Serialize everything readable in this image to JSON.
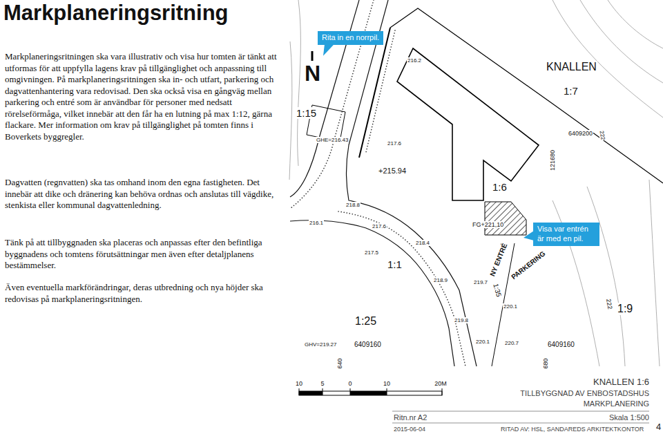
{
  "diagram": {
    "title": "Markplaneringsritning",
    "nodes": [
      {
        "text": [
          "Rita in en norrpil."
        ]
      },
      {
        "text": [
          "Visa var entrén är med en pil."
        ]
      }
    ],
    "labels": [
      "Markplaneringsritningen ska vara illustrativ och visa hur tomten är tänkt att utformas för att uppfylla lagens krav på tillgänglighet och anpassning till omgivningen. På markplaneringsritningen ska in- och utfart, parkering och dagvattenhantering vara redovisad. Den ska också visa en gångväg mellan parkering och entré som är användbar för personer med nedsatt rörelseförmåga, vilket innebär att den får ha en lutning på max 1:12, gärna flackare. Mer information om krav på tillgänglighet på tomten finns i Boverkets byggregler.",
      "Dagvatten (regnvatten) ska tas omhand inom den egna fastigheten. Det innebär att dike och dränering kan behöva ordnas och anslutas till vägdike, stenkista eller kommunal dagvattenledning.",
      "Tänk på att tillbyggnaden ska placeras och anpassas efter den befintliga byggnadens och tomtens förutsättningar men även efter detaljplanens bestämmelser.",
      "Även eventuella markförändringar, deras utbredning och nya höjder ska redovisas på markplaneringsritningen.",
      "N",
      "1:15",
      "GHE=216.43",
      "217.6",
      "+215.94",
      "216.2",
      "KNALLEN",
      "1:7",
      "6409200",
      "222",
      "121680",
      "1:6",
      "218.8",
      "216.1",
      "217.6",
      "FG+221,10",
      "217.5",
      "1:1",
      "218.4",
      "NY ENTRÉ",
      "PARKERING",
      "218.9",
      "219.7",
      "1:35",
      "220.1",
      "222",
      "1:9",
      "1:25",
      "219.8",
      "GHV=219.27",
      "6409160",
      "220.1",
      "220.7",
      "6409160",
      "640",
      "680",
      "10",
      "5",
      "0",
      "10",
      "20M",
      "KNALLEN 1:6",
      "TILLBYGGNAD AV ENBOSTADSHUS",
      "MARKPLANERING",
      "Ritn.nr A2",
      "Skala 1:500",
      "2015-06-04",
      "RITAD AV: HSL, SANDAREDS ARKITEKTKONTOR",
      "4"
    ]
  }
}
